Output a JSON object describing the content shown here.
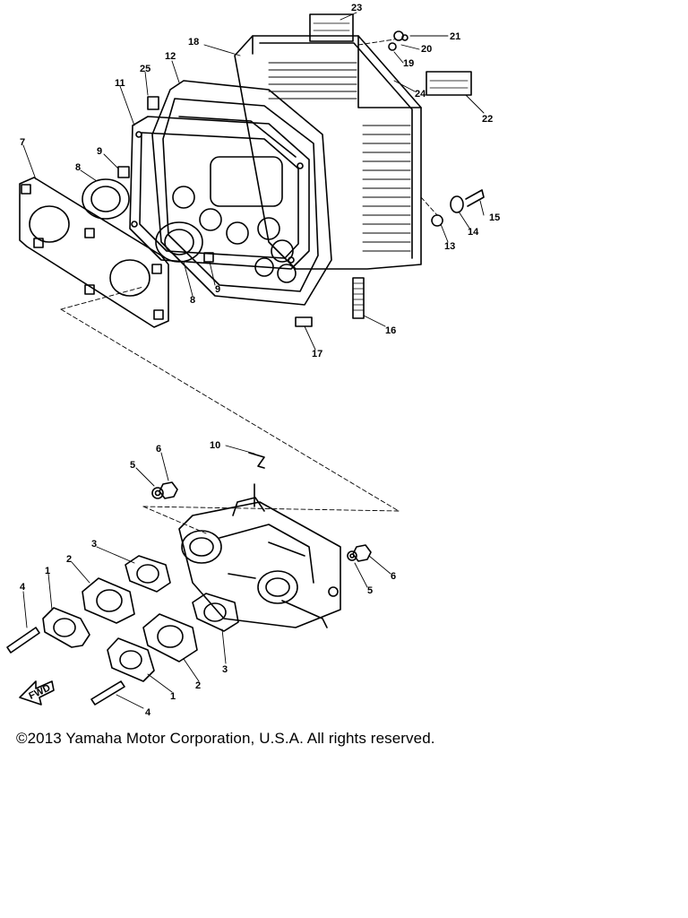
{
  "diagram": {
    "callouts": {
      "n1": "1",
      "n2": "2",
      "n3": "3",
      "n4": "4",
      "n5": "5",
      "n6": "6",
      "n7": "7",
      "n8": "8",
      "n9": "9",
      "n10": "10",
      "n11": "11",
      "n12": "12",
      "n13": "13",
      "n14": "14",
      "n15": "15",
      "n16": "16",
      "n17": "17",
      "n18": "18",
      "n19": "19",
      "n20": "20",
      "n21": "21",
      "n22": "22",
      "n23": "23",
      "n24": "24",
      "n25": "25"
    },
    "front_arrow_label": "FWD"
  },
  "footer": {
    "copyright": "©2013 Yamaha Motor Corporation, U.S.A. All rights reserved."
  }
}
